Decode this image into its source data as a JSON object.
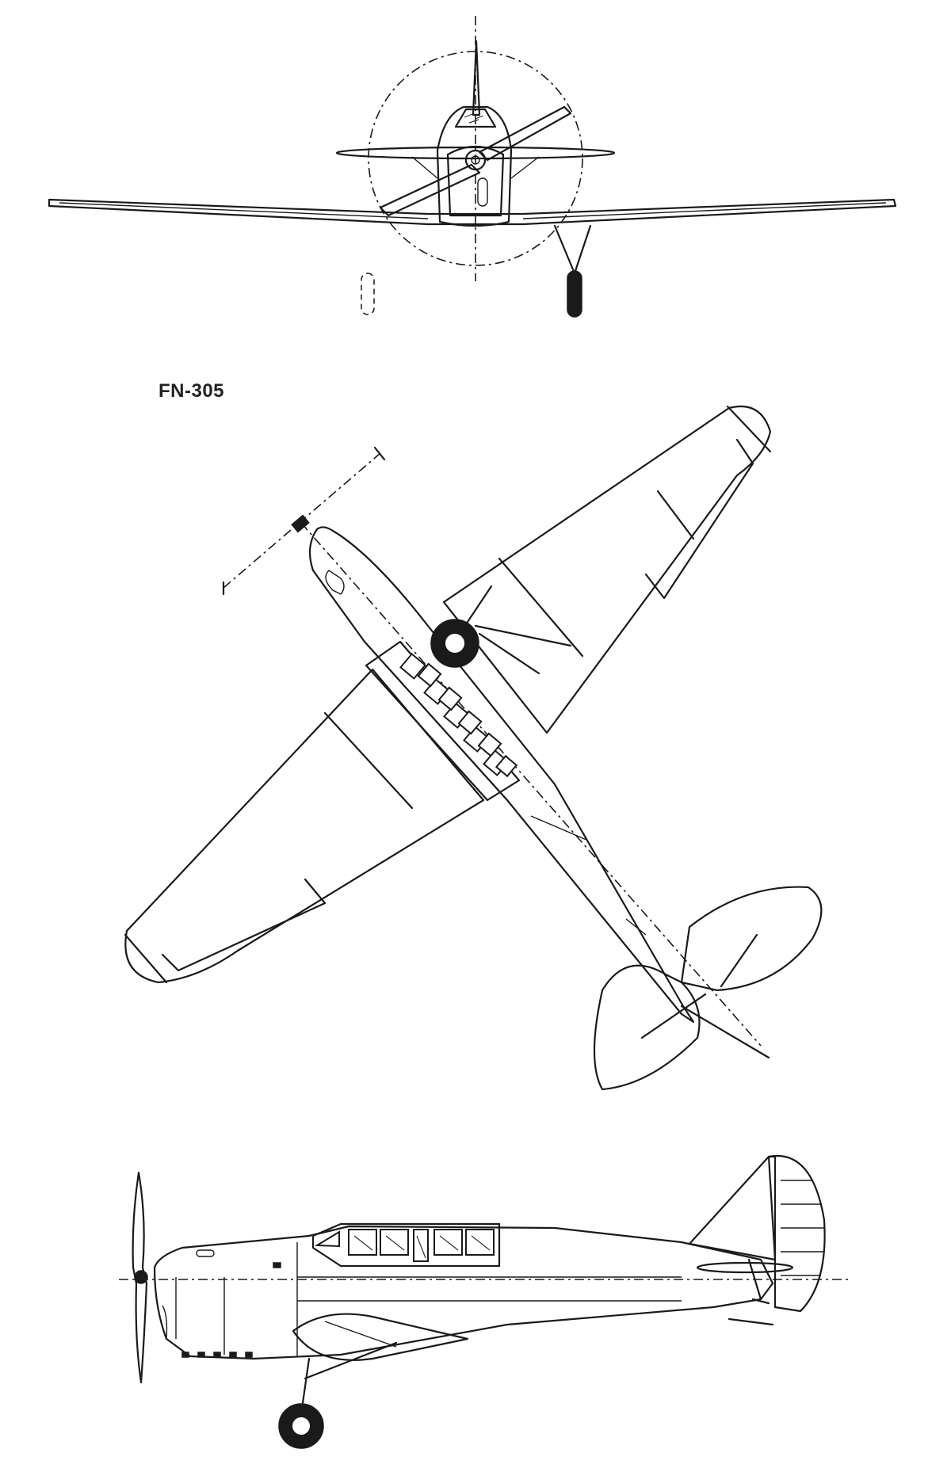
{
  "drawing": {
    "designation": "FN-305",
    "views": [
      "front-view",
      "plan-view",
      "side-view"
    ],
    "ink_color": "#1a1a1a",
    "paper_color": "#ffffff"
  }
}
